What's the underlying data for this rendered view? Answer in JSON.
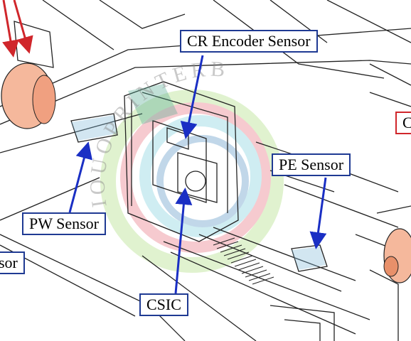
{
  "labels": {
    "cr_encoder": "CR Encoder Sensor",
    "pw_sensor": "PW Sensor",
    "pe_sensor": "PE Sensor",
    "csic": "CSIC",
    "left_partial": "sor",
    "right_partial": "C"
  },
  "watermark": {
    "text": "IOUOPRINTERB",
    "colors": [
      "#f0a0a8",
      "#a8e0e8",
      "#c8e8a8",
      "#8fb8d8"
    ]
  },
  "colors": {
    "callout_border": "#1f3a93",
    "arrow": "#1a2fc4",
    "red_callout_border": "#d0262b",
    "motor": "#f5b89c",
    "line_art": "#222222"
  }
}
